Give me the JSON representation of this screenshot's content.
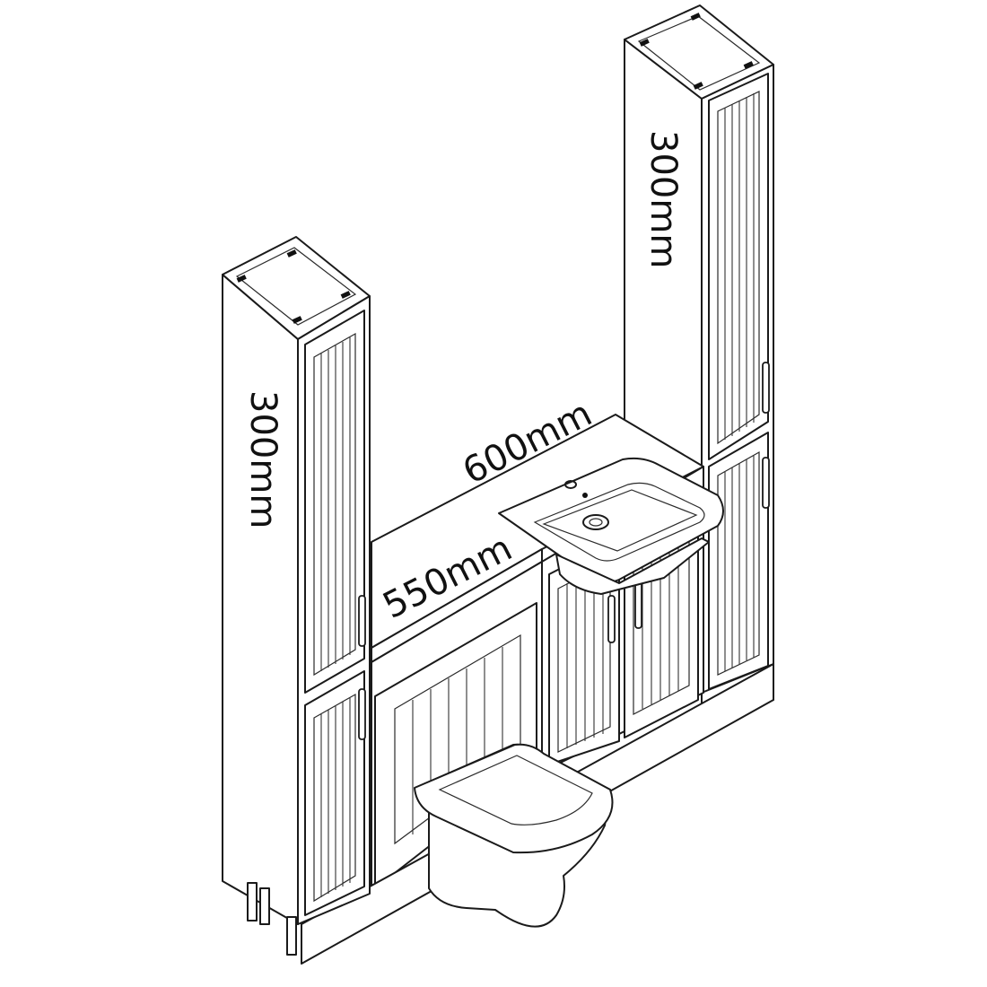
{
  "dimensions": {
    "left_tall_depth": "300mm",
    "right_tall_depth": "300mm",
    "worktop_width": "600mm",
    "worktop_depth": "550mm"
  },
  "colors": {
    "line": "#1a1a1a",
    "background": "#ffffff"
  }
}
